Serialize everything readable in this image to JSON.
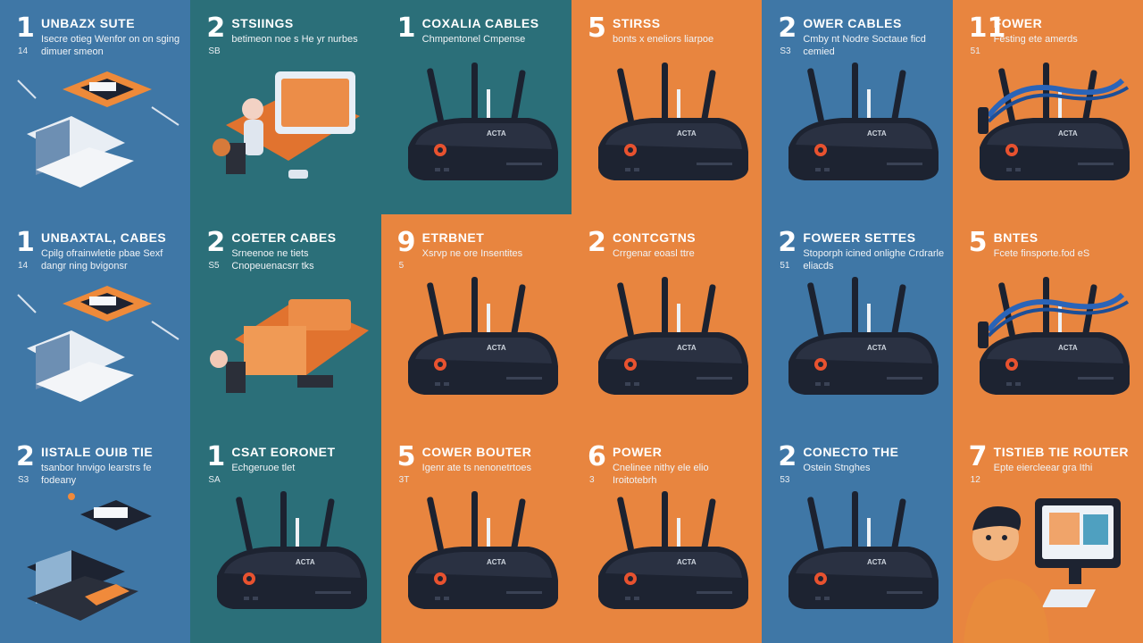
{
  "tiles": [
    {
      "row": 1,
      "col": 1,
      "bg": "blue",
      "num": "1",
      "title": "UNBAZX SUTE",
      "sub": "Isecre otieg Wenfor on on sging dimuer smeon",
      "side": "14",
      "art": "laptop"
    },
    {
      "row": 1,
      "col": 2,
      "bg": "teal",
      "num": "2",
      "title": "STSIINGS",
      "sub": "betimeon noe s He yr nurbes",
      "side": "SB",
      "art": "worker"
    },
    {
      "row": 1,
      "col": 3,
      "bg": "teal",
      "num": "1",
      "title": "COXALIA CABLES",
      "sub": "Chmpentonel Cmpense",
      "side": "",
      "art": "router"
    },
    {
      "row": 1,
      "col": 4,
      "bg": "orange",
      "num": "5",
      "title": "STIRSS",
      "sub": "bonts x eneliors liarpoe",
      "side": "",
      "art": "router"
    },
    {
      "row": 1,
      "col": 5,
      "bg": "blue",
      "num": "2",
      "title": "OWER CABLES",
      "sub": "Cmby nt Nodre Soctaue ficd cemied",
      "side": "S3",
      "art": "router"
    },
    {
      "row": 1,
      "col": 6,
      "bg": "orange",
      "num": "11",
      "title": "FOWER",
      "sub": "Festing ete amerds",
      "side": "51",
      "art": "router-cable"
    },
    {
      "row": 2,
      "col": 1,
      "bg": "blue",
      "num": "1",
      "title": "UNBAXTAL, CABES",
      "sub": "Cpilg ofrainwletie pbae Sexf dangr ning bvigonsr",
      "side": "14",
      "art": "laptop"
    },
    {
      "row": 2,
      "col": 2,
      "bg": "teal",
      "num": "2",
      "title": "COETER CABES",
      "sub": "Srneenoe ne tiets Cnopeuenacsrr tks",
      "side": "S5",
      "art": "worker2"
    },
    {
      "row": 2,
      "col": 3,
      "bg": "orange",
      "num": "9",
      "title": "ETRBNET",
      "sub": "Xsrvp ne ore Insentites",
      "side": "5",
      "art": "router"
    },
    {
      "row": 2,
      "col": 4,
      "bg": "orange",
      "num": "2",
      "title": "CONTCGTNS",
      "sub": "Crrgenar eoasl ttre",
      "side": "",
      "art": "router"
    },
    {
      "row": 2,
      "col": 5,
      "bg": "blue",
      "num": "2",
      "title": "FOWEER SETTES",
      "sub": "Stoporph icined onlighe Crdrarle eliacds",
      "side": "51",
      "art": "router"
    },
    {
      "row": 2,
      "col": 6,
      "bg": "orange",
      "num": "5",
      "title": "BNTES",
      "sub": "Fcete finsporte.fod eS",
      "side": "",
      "art": "router-cable"
    },
    {
      "row": 3,
      "col": 1,
      "bg": "blue",
      "num": "2",
      "title": "IISTALE OUIB TIE",
      "sub": "tsanbor hnvigo learstrs fe fodeany",
      "side": "S3",
      "art": "laptop2"
    },
    {
      "row": 3,
      "col": 2,
      "bg": "teal",
      "num": "1",
      "title": "CSAT EORONET",
      "sub": "Echgeruoe tlet",
      "side": "SA",
      "art": "router"
    },
    {
      "row": 3,
      "col": 3,
      "bg": "orange",
      "num": "5",
      "title": "COWER BOUTER",
      "sub": "Igenr ate ts nenonetrtoes",
      "side": "3T",
      "art": "router"
    },
    {
      "row": 3,
      "col": 4,
      "bg": "orange",
      "num": "6",
      "title": "POWER",
      "sub": "Cnelinee nithy ele elio Iroitotebrh",
      "side": "3",
      "art": "router"
    },
    {
      "row": 3,
      "col": 5,
      "bg": "blue",
      "num": "2",
      "title": "CONECTO THE",
      "sub": "Ostein Stnghes",
      "side": "53",
      "art": "router"
    },
    {
      "row": 3,
      "col": 6,
      "bg": "orange",
      "num": "7",
      "title": "TISTIEB TIE ROUTER",
      "sub": "Epte eiercleear gra Ithi",
      "side": "12",
      "art": "person"
    }
  ]
}
